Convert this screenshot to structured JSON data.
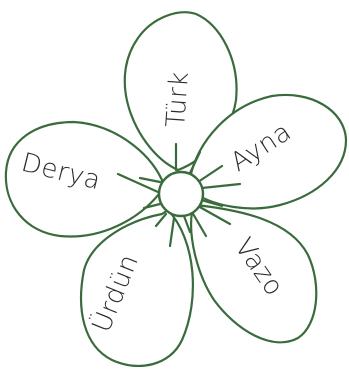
{
  "colors": {
    "outline": "#3a6b3c",
    "text": "#2b2b2b",
    "background": "#ffffff"
  },
  "petals": [
    {
      "id": "turk",
      "word": "Türk"
    },
    {
      "id": "ayna",
      "word": "Ayna"
    },
    {
      "id": "vazo",
      "word": "Vazo"
    },
    {
      "id": "urdun",
      "word": "Ürdün"
    },
    {
      "id": "derya",
      "word": "Derya"
    }
  ]
}
